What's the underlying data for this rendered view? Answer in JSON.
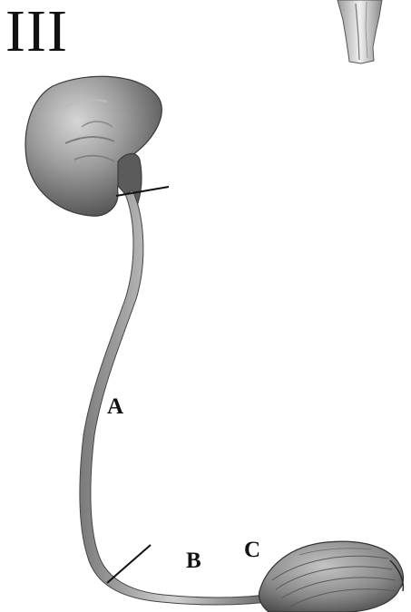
{
  "plate_number": "III",
  "labels": {
    "a": "A",
    "b": "B",
    "c": "C"
  },
  "figure": {
    "upper_structure": "kidney",
    "tube": "ureter",
    "lower_structure": "bladder",
    "partial_structure_top_right": "vessel-fragment",
    "cut_marks": 2
  },
  "colors": {
    "ink": "#111111",
    "shading_light": "#e6e6e6",
    "shading_mid": "#9a9a9a",
    "shading_dark": "#4a4a4a",
    "background": "#ffffff"
  }
}
